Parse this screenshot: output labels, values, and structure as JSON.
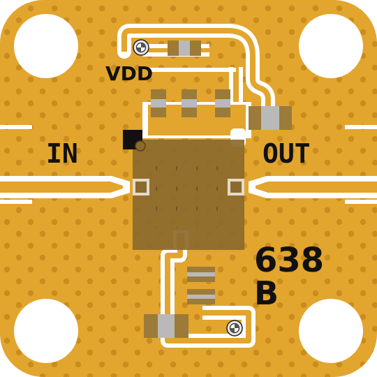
{
  "labels": {
    "vdd": "VDD",
    "in": "IN",
    "out": "OUT",
    "part_number": "638",
    "revision": "B"
  },
  "colors": {
    "board": "#e2a52e",
    "board_dot": "#c98c1d",
    "background": "#ffffff",
    "trace_outline": "#e6e6e6",
    "chip": "#8c6a2f",
    "chip_dark": "#6e5220",
    "component_body": "#9c7a3a",
    "component_band": "#b9b9b9",
    "silkscreen": "#111111"
  }
}
